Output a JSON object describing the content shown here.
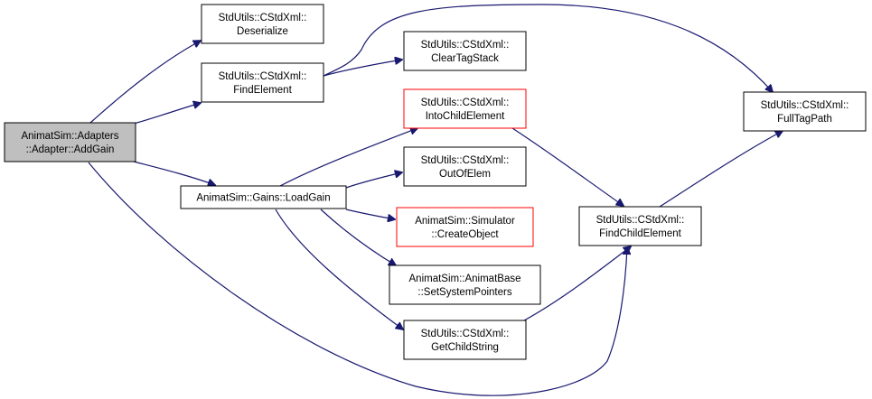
{
  "diagram": {
    "type": "call-graph",
    "colors": {
      "edge": "#191970",
      "node_border": "#000000",
      "node_fill": "#ffffff",
      "root_fill": "#bfbfbf",
      "highlight_border": "#ff0000"
    },
    "nodes": [
      {
        "id": "addgain",
        "lines": [
          "AnimatSim::Adapters",
          "::Adapter::AddGain"
        ],
        "style": "root"
      },
      {
        "id": "deserialize",
        "lines": [
          "StdUtils::CStdXml::",
          "Deserialize"
        ],
        "style": "normal"
      },
      {
        "id": "findelement",
        "lines": [
          "StdUtils::CStdXml::",
          "FindElement"
        ],
        "style": "normal"
      },
      {
        "id": "loadgain",
        "lines": [
          "AnimatSim::Gains::LoadGain"
        ],
        "style": "normal"
      },
      {
        "id": "cleartagstack",
        "lines": [
          "StdUtils::CStdXml::",
          "ClearTagStack"
        ],
        "style": "normal"
      },
      {
        "id": "intochildelement",
        "lines": [
          "StdUtils::CStdXml::",
          "IntoChildElement"
        ],
        "style": "highlight"
      },
      {
        "id": "outofelem",
        "lines": [
          "StdUtils::CStdXml::",
          "OutOfElem"
        ],
        "style": "normal"
      },
      {
        "id": "createobject",
        "lines": [
          "AnimatSim::Simulator",
          "::CreateObject"
        ],
        "style": "highlight"
      },
      {
        "id": "setsystempointers",
        "lines": [
          "AnimatSim::AnimatBase",
          "::SetSystemPointers"
        ],
        "style": "normal"
      },
      {
        "id": "getchildstring",
        "lines": [
          "StdUtils::CStdXml::",
          "GetChildString"
        ],
        "style": "normal"
      },
      {
        "id": "findchildelement",
        "lines": [
          "StdUtils::CStdXml::",
          "FindChildElement"
        ],
        "style": "normal"
      },
      {
        "id": "fulltagpath",
        "lines": [
          "StdUtils::CStdXml::",
          "FullTagPath"
        ],
        "style": "normal"
      }
    ],
    "edges": [
      {
        "from": "addgain",
        "to": "deserialize"
      },
      {
        "from": "addgain",
        "to": "findelement"
      },
      {
        "from": "addgain",
        "to": "loadgain"
      },
      {
        "from": "addgain",
        "to": "findchildelement"
      },
      {
        "from": "findelement",
        "to": "cleartagstack"
      },
      {
        "from": "findelement",
        "to": "fulltagpath"
      },
      {
        "from": "loadgain",
        "to": "intochildelement"
      },
      {
        "from": "loadgain",
        "to": "outofelem"
      },
      {
        "from": "loadgain",
        "to": "createobject"
      },
      {
        "from": "loadgain",
        "to": "setsystempointers"
      },
      {
        "from": "loadgain",
        "to": "getchildstring"
      },
      {
        "from": "intochildelement",
        "to": "findchildelement"
      },
      {
        "from": "getchildstring",
        "to": "findchildelement"
      },
      {
        "from": "findchildelement",
        "to": "fulltagpath"
      }
    ]
  }
}
